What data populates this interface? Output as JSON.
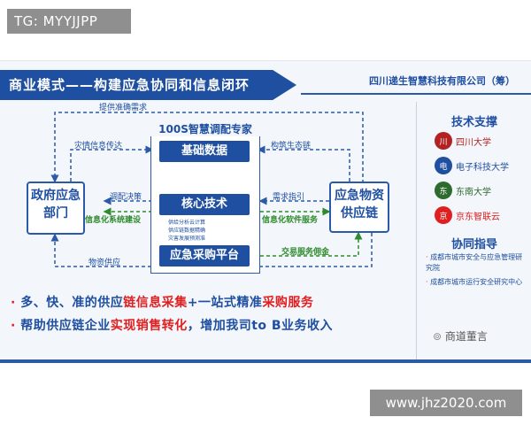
{
  "watermark_top": "TG: MYYJJPP",
  "watermark_bottom": "www.jhz2020.com",
  "slide": {
    "title": "商业模式——构建应急协同和信息闭环",
    "company": "四川递生智慧科技有限公司（筹）",
    "center": {
      "title": "100S智慧调配专家",
      "box1": "基础数据",
      "box2": "核心技术",
      "box2_sub": [
        "供给分析云计算",
        "供应链数据精确",
        "灾害发展预测准"
      ],
      "box3": "应急采购平台"
    },
    "left_box": "政府应急部门",
    "right_box": "应急物资供应链",
    "flows": {
      "top": "提供准确需求",
      "left_up": "灾情信息传达",
      "left_mid": "调配决策",
      "left_mid_green": "信息化系统建设",
      "left_bottom": "物资供应",
      "right_up": "构筑生态链",
      "right_mid": "需求指引",
      "right_mid_green": "信息化软件服务",
      "right_bottom": "交易服务佣金"
    },
    "bullet1": {
      "a": "多、快、准的供应",
      "b": "链信息采集",
      "c": "+一站式精准",
      "d": "采购服务"
    },
    "bullet2": {
      "a": "帮助供应链企业",
      "b": "实现销售转化",
      "c": "，增加我司to B业务收入"
    }
  },
  "sidebar": {
    "support_title": "技术支撑",
    "logos": [
      {
        "name": "四川大学",
        "icon": "scu-seal",
        "color": "#b22222"
      },
      {
        "name": "电子科技大学",
        "icon": "uestc-seal",
        "color": "#1f4fa0"
      },
      {
        "name": "东南大学",
        "icon": "seu-seal",
        "color": "#2e6b2e"
      },
      {
        "name": "京东智联云",
        "icon": "jd-cloud",
        "color": "#e02020"
      }
    ],
    "guide_title": "协同指导",
    "guide_items": [
      "成都市城市安全与应急管理研究院",
      "成都市城市运行安全研究中心"
    ],
    "wechat": "商道董言"
  }
}
